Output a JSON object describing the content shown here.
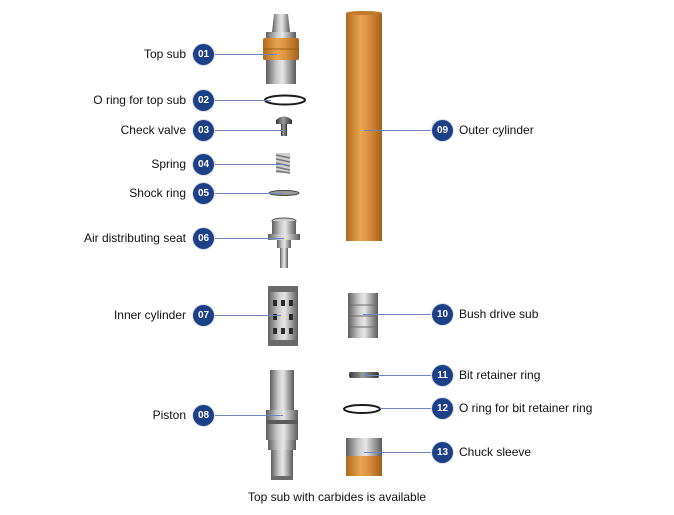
{
  "parts": [
    {
      "num": "01",
      "label": "Top sub"
    },
    {
      "num": "02",
      "label": "O ring for top sub"
    },
    {
      "num": "03",
      "label": "Check valve"
    },
    {
      "num": "04",
      "label": "Spring"
    },
    {
      "num": "05",
      "label": "Shock ring"
    },
    {
      "num": "06",
      "label": "Air distributing seat"
    },
    {
      "num": "07",
      "label": "Inner cylinder"
    },
    {
      "num": "08",
      "label": "Piston"
    },
    {
      "num": "09",
      "label": "Outer cylinder"
    },
    {
      "num": "10",
      "label": "Bush drive sub"
    },
    {
      "num": "11",
      "label": "Bit retainer ring"
    },
    {
      "num": "12",
      "label": "O ring for bit retainer ring"
    },
    {
      "num": "13",
      "label": "Chuck sleeve"
    }
  ],
  "caption": "Top sub with carbides is available",
  "colors": {
    "badge": "#1d3f86",
    "leader_line": "#6b86c2",
    "steel": "#8a8a8a",
    "orange": "#d98a2e"
  }
}
